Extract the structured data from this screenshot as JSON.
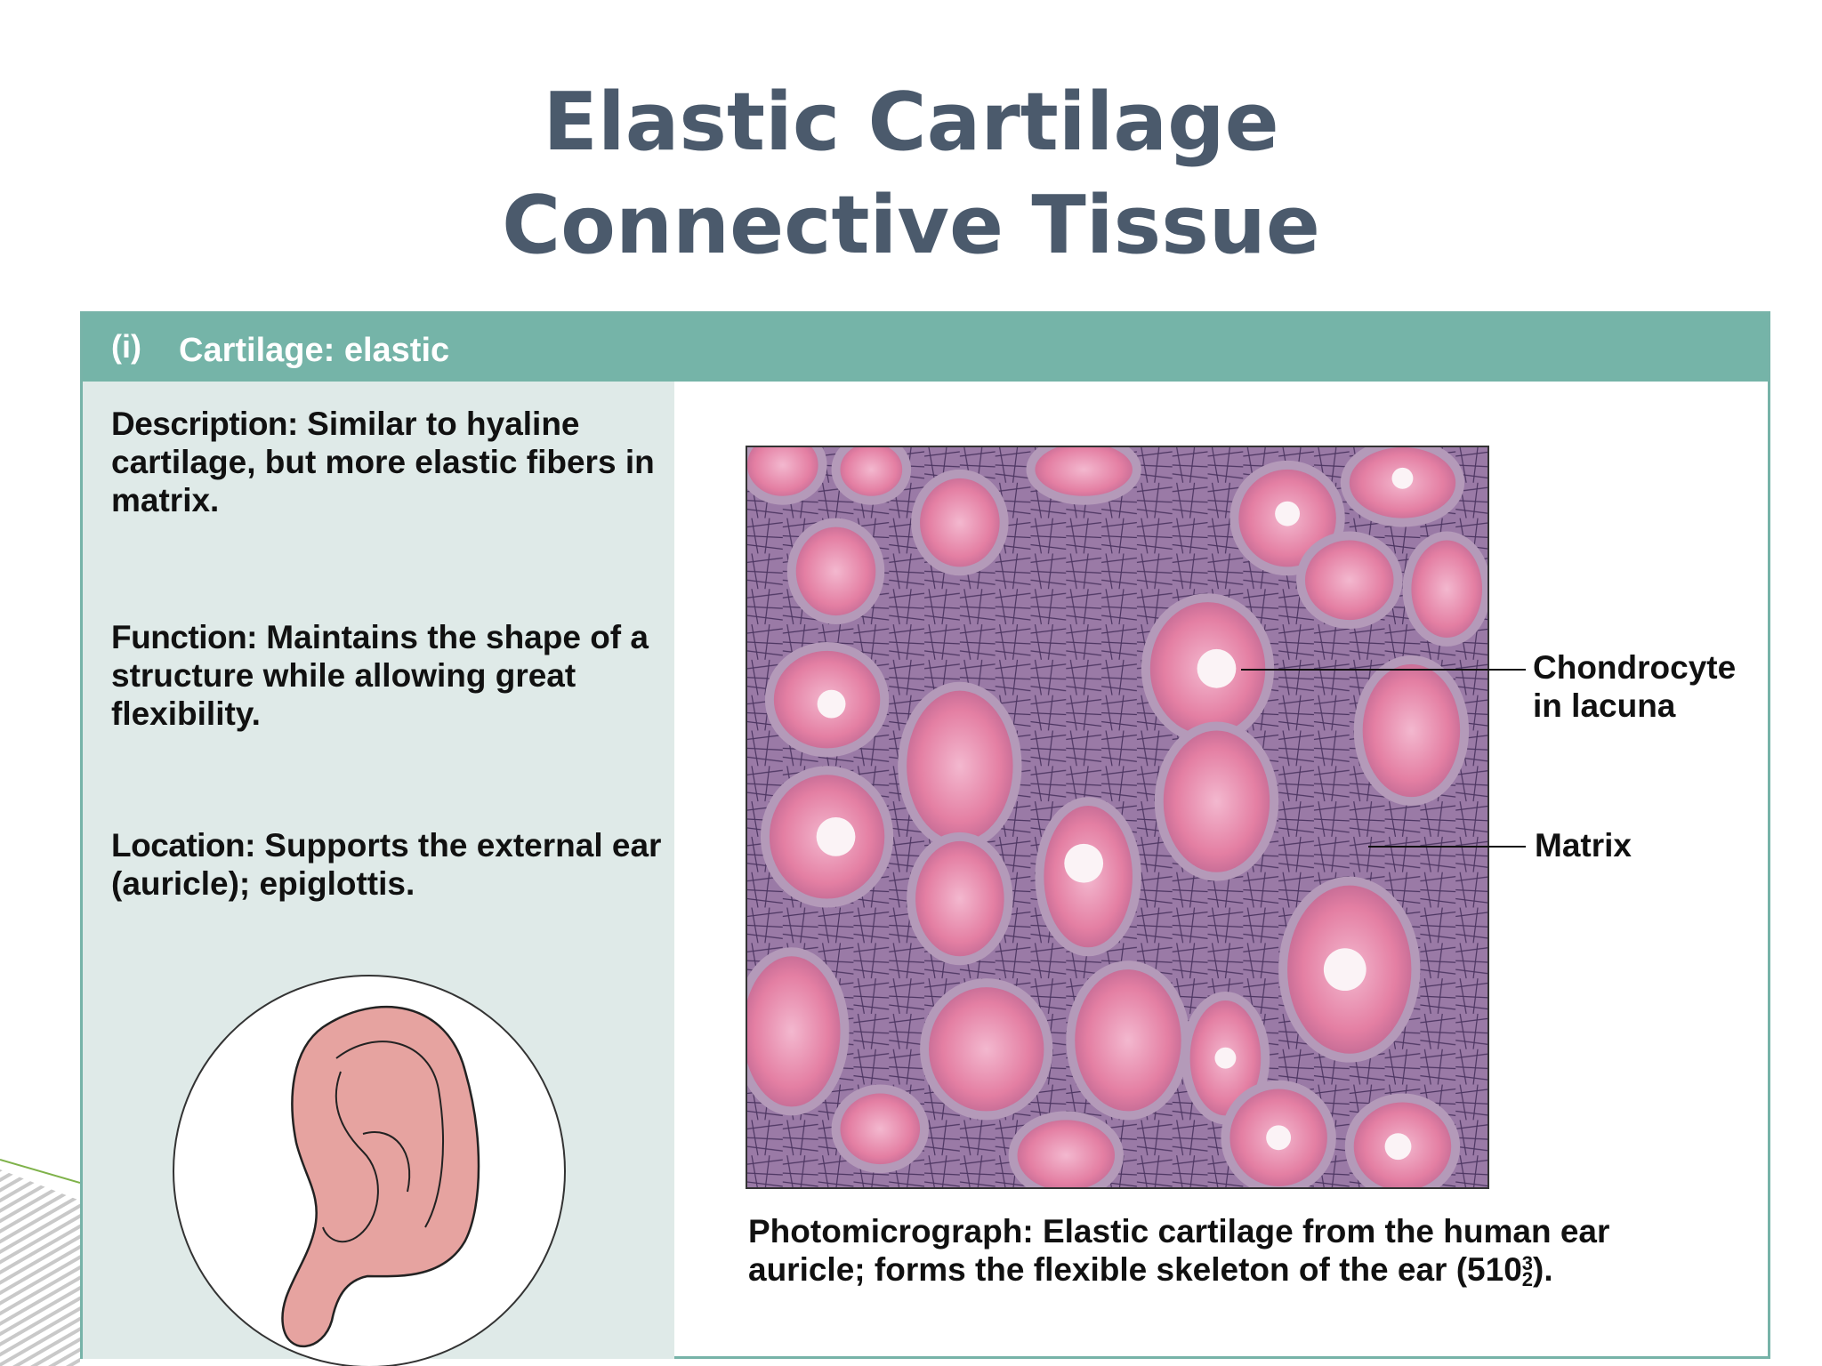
{
  "title": {
    "line1": "Elastic Cartilage",
    "line2": "Connective Tissue"
  },
  "panel": {
    "letter": "(i)",
    "header": "Cartilage: elastic",
    "description": {
      "label": "Description:",
      "text": " Similar to hyaline cartilage, but more elastic fibers in matrix."
    },
    "function": {
      "label": "Function:",
      "text": " Maintains the shape of a structure while allowing great flexibility."
    },
    "location": {
      "label": "Location:",
      "text": " Supports the external ear (auricle); epiglottis."
    },
    "callouts": {
      "chondrocyte": "Chondrocyte in lacuna",
      "matrix": "Matrix"
    },
    "caption": {
      "label": "Photomicrograph:",
      "text": " Elastic cartilage from the human ear auricle; forms the flexible skeleton of the ear (510",
      "sup": "3",
      "sub": "2",
      "end": ")."
    }
  },
  "colors": {
    "title": "#4b5a6c",
    "header_bg": "#75b4a8",
    "left_col_bg": "#dfeae8",
    "ear_fill": "#e6a3a0",
    "tissue_pink": "#e8869f",
    "tissue_purple": "#7a4f7f"
  },
  "icons": {
    "ear_illustration": "ear-icon"
  }
}
